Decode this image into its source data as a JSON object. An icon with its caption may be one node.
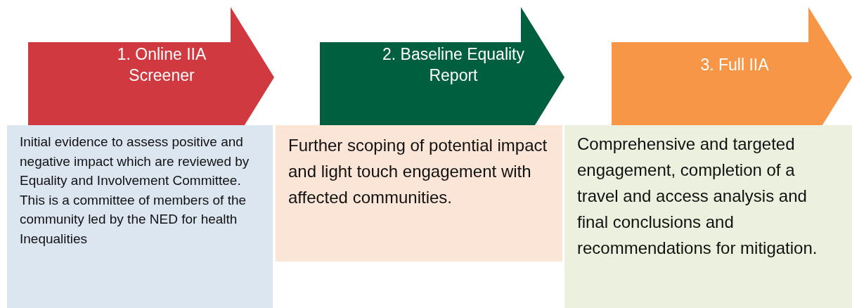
{
  "diagram": {
    "nodes": [
      {
        "text": [
          "1. Online IIA Screener"
        ]
      },
      {
        "text": [
          "2. Baseline Equality Report"
        ]
      },
      {
        "text": [
          "3. Full IIA"
        ]
      },
      {
        "text": [
          "Initial evidence to assess positive and negative impact which are reviewed by Equality and Involvement Committee. This is a committee of members of the community led by the NED for health Inequalities"
        ]
      },
      {
        "text": [
          "Further scoping of potential impact and light touch engagement with affected communities."
        ]
      },
      {
        "text": [
          "Comprehensive and targeted engagement, completion of a travel and access analysis and final conclusions and recommendations for mitigation."
        ]
      }
    ]
  }
}
